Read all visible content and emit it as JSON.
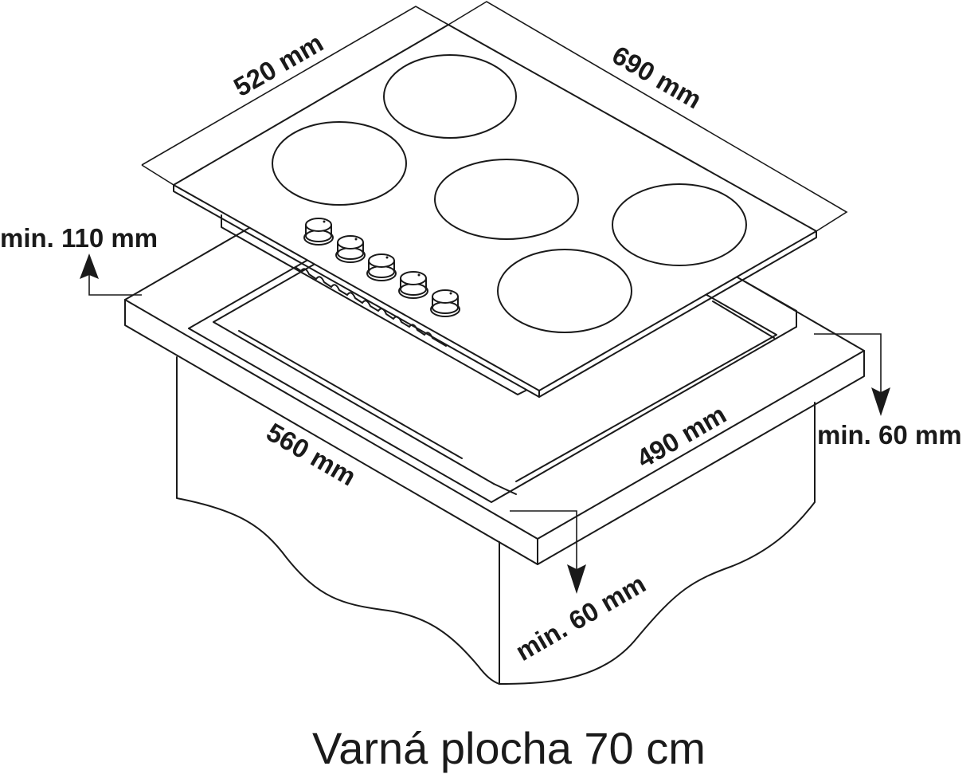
{
  "diagram": {
    "title": "Varná plocha 70 cm",
    "subject": "Built-in hob installation dimensions",
    "colors": {
      "line": "#1a1a1a",
      "background": "#ffffff"
    },
    "hob": {
      "dimensions": {
        "depth_label": "520 mm",
        "width_label": "690 mm"
      },
      "cooking_zones": 5,
      "control_knobs": 5
    },
    "cutout": {
      "width_label": "560 mm",
      "depth_label": "490 mm"
    },
    "clearances": {
      "side_label": "min. 110 mm",
      "back_label": "min. 60 mm",
      "front_label": "min. 60 mm"
    }
  }
}
